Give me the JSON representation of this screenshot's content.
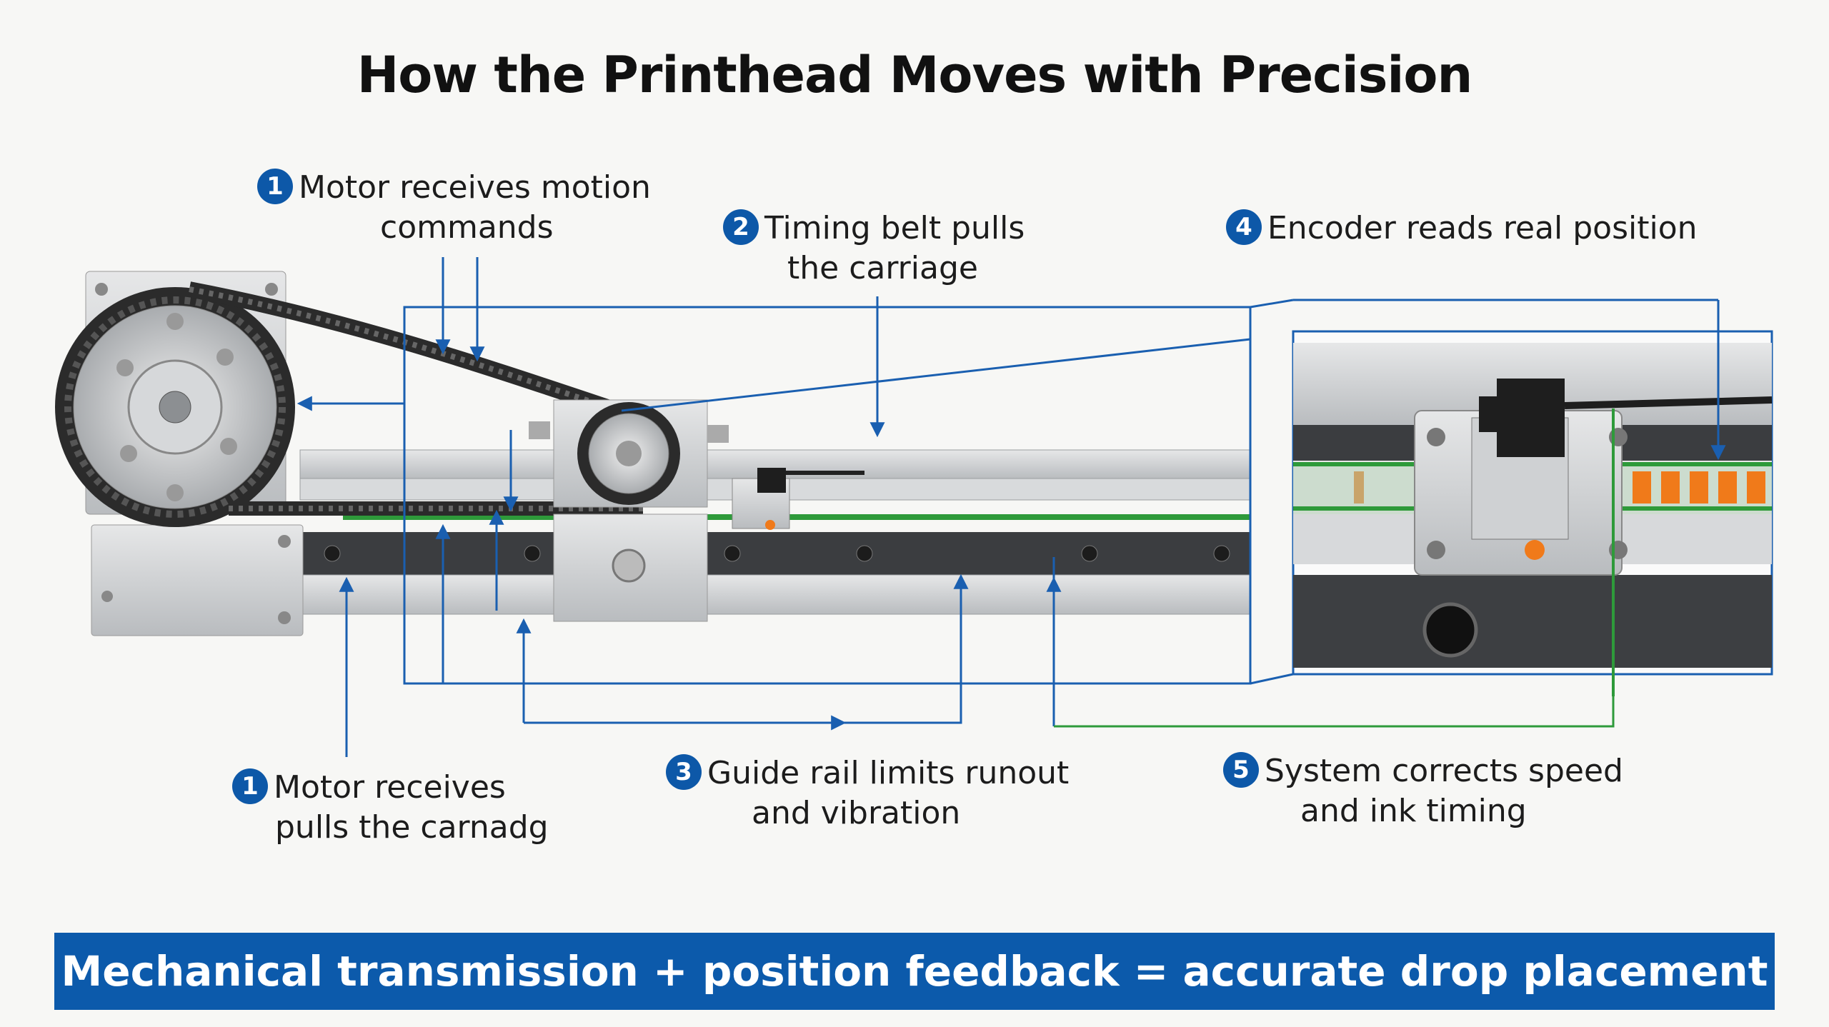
{
  "title": "How the Printhead Moves with Precision",
  "callouts": [
    {
      "number": "1",
      "line1": "Motor receives motion",
      "line2": "commands"
    },
    {
      "number": "2",
      "line1": "Timing belt pulls",
      "line2": "the carriage"
    },
    {
      "number": "4",
      "line1": "Encoder reads real position",
      "line2": ""
    },
    {
      "number": "1",
      "line1": "Motor receives",
      "line2": "pulls the carnadg"
    },
    {
      "number": "3",
      "line1": "Guide rail limits runout",
      "line2": "and vibration"
    },
    {
      "number": "5",
      "line1": "System corrects speed",
      "line2": "and ink timing"
    }
  ],
  "banner": "Mechanical transmission + position feedback = accurate drop placement",
  "colors": {
    "callout_blue": "#0d58a8",
    "banner_blue": "#0c5aab",
    "arrow_blue": "#1a5fb0",
    "metal": "#c9cccf",
    "rail_dark": "#3b3d40",
    "belt": "#2b2b2b",
    "encoder_strip": "#2e9a3a",
    "encoder_marks": "#f07a1a",
    "ink_drop": "#f07a1a"
  }
}
